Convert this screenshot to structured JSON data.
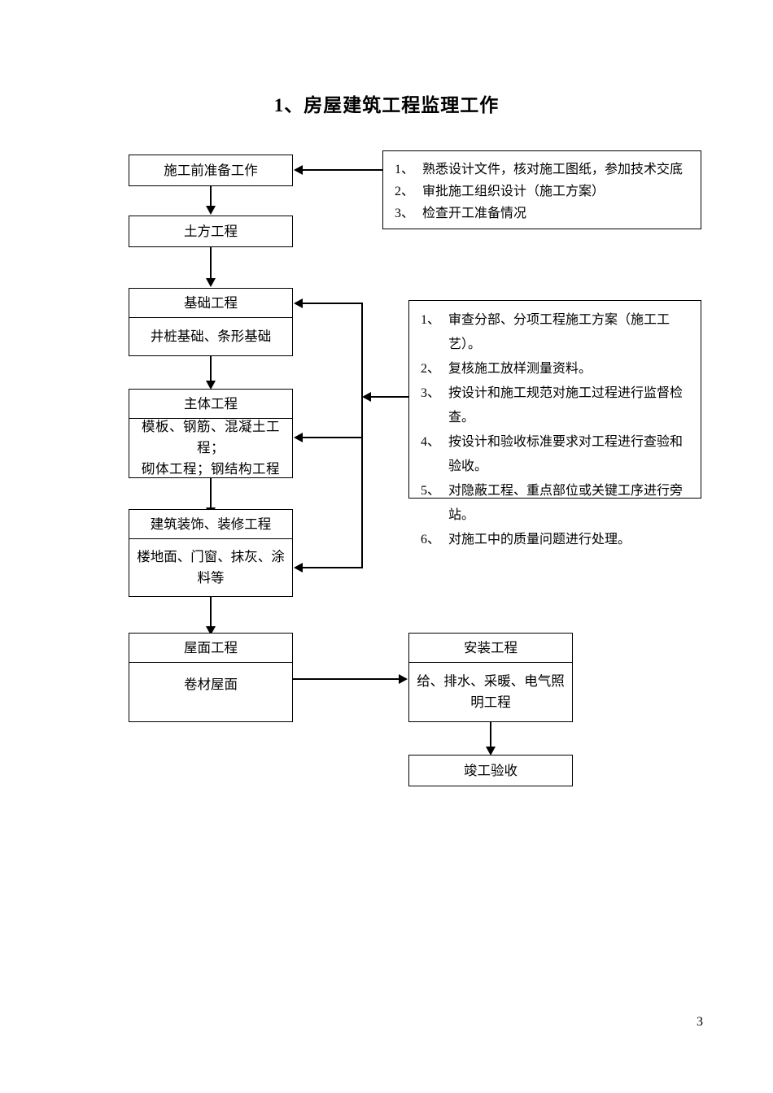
{
  "document": {
    "title": "1、房屋建筑工程监理工作",
    "page_number": "3"
  },
  "flow": {
    "boxes": {
      "prep": {
        "label": "施工前准备工作"
      },
      "earthwork": {
        "label": "土方工程"
      },
      "foundation": {
        "head": "基础工程",
        "body": "井桩基础、条形基础"
      },
      "main_structure": {
        "head": "主体工程",
        "body": "模板、钢筋、混凝土工程；\n砌体工程；钢结构工程"
      },
      "decoration": {
        "head": "建筑装饰、装修工程",
        "body": "楼地面、门窗、抹灰、涂料等"
      },
      "roofing": {
        "head": "屋面工程",
        "body": "卷材屋面"
      },
      "installation": {
        "head": "安装工程",
        "body": "给、排水、采暖、电气照明工程"
      },
      "acceptance": {
        "label": "竣工验收"
      }
    }
  },
  "notes": {
    "preparation": {
      "items": [
        {
          "num": "1、",
          "text": "熟悉设计文件，核对施工图纸，参加技术交底"
        },
        {
          "num": "2、",
          "text": "审批施工组织设计（施工方案）"
        },
        {
          "num": "3、",
          "text": "检查开工准备情况"
        }
      ]
    },
    "supervision": {
      "items": [
        {
          "num": "1、",
          "text": "审查分部、分项工程施工方案（施工工艺）。"
        },
        {
          "num": "2、",
          "text": "复核施工放样测量资料。"
        },
        {
          "num": "3、",
          "text": "按设计和施工规范对施工过程进行监督检查。"
        },
        {
          "num": "4、",
          "text": "按设计和验收标准要求对工程进行查验和验收。"
        },
        {
          "num": "5、",
          "text": "对隐蔽工程、重点部位或关键工序进行旁站。"
        },
        {
          "num": "6、",
          "text": "对施工中的质量问题进行处理。"
        }
      ]
    }
  },
  "colors": {
    "ink": "#000000",
    "paper": "#ffffff"
  }
}
